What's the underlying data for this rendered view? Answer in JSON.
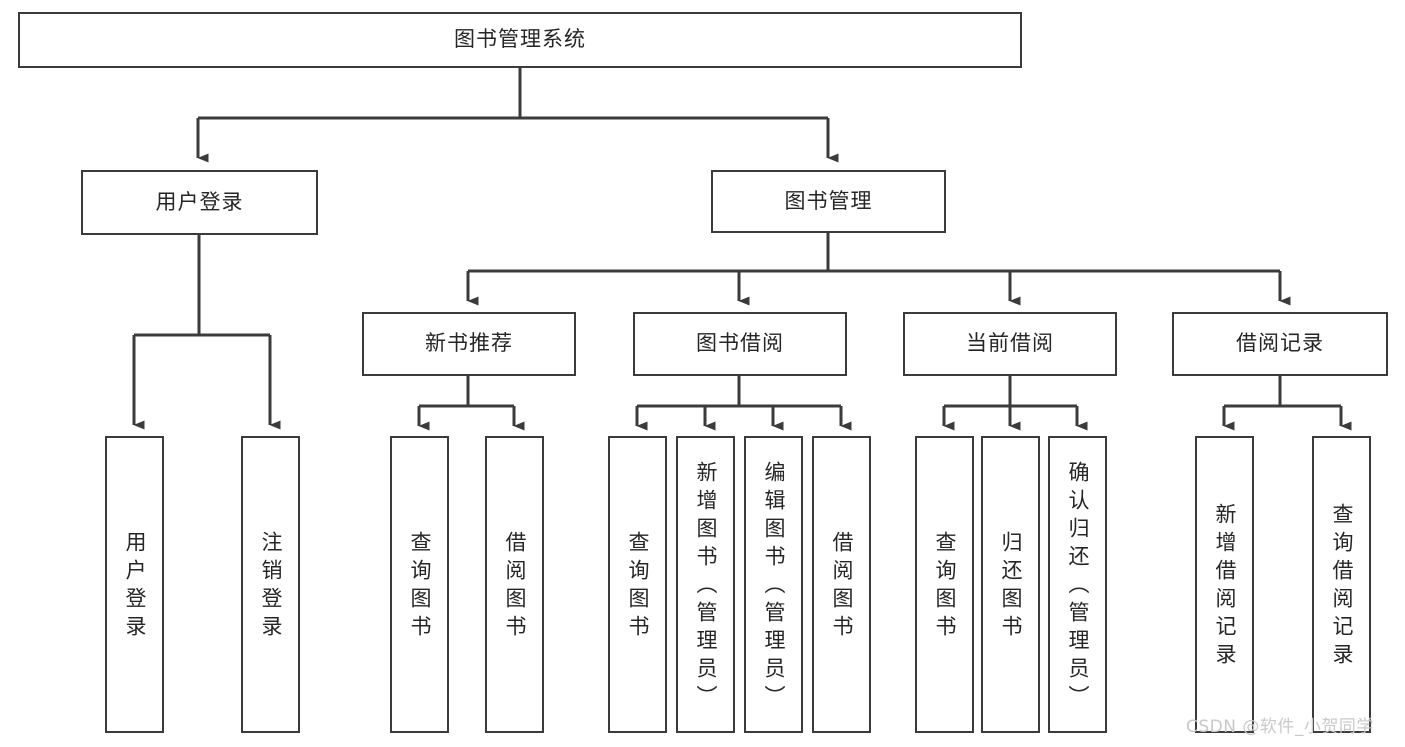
{
  "diagram": {
    "type": "tree-hierarchy",
    "title": "图书管理系统",
    "orientation": "top-down",
    "colors": {
      "box_border": "#3b3b3b",
      "box_fill": "#ffffff",
      "edge": "#3b3b3b",
      "text": "#262626",
      "watermark": "#c9c9c9",
      "background": "#ffffff"
    },
    "nodes": {
      "root": {
        "label": "图书管理系统",
        "level": 0,
        "text_direction": "horizontal"
      },
      "user_login": {
        "label": "用户登录",
        "level": 1,
        "text_direction": "horizontal"
      },
      "book_manage": {
        "label": "图书管理",
        "level": 1,
        "text_direction": "horizontal"
      },
      "new_book_rec": {
        "label": "新书推荐",
        "level": 2,
        "text_direction": "horizontal"
      },
      "book_borrow": {
        "label": "图书借阅",
        "level": 2,
        "text_direction": "horizontal"
      },
      "current_borrow": {
        "label": "当前借阅",
        "level": 2,
        "text_direction": "horizontal"
      },
      "borrow_record": {
        "label": "借阅记录",
        "level": 2,
        "text_direction": "horizontal"
      },
      "leaf_user_login": {
        "label": "用户登录",
        "level": 2,
        "text_direction": "vertical"
      },
      "leaf_logout": {
        "label": "注销登录",
        "level": 2,
        "text_direction": "vertical"
      },
      "leaf_query_book_a": {
        "label": "查询图书",
        "level": 3,
        "text_direction": "vertical"
      },
      "leaf_borrow_book_a": {
        "label": "借阅图书",
        "level": 3,
        "text_direction": "vertical"
      },
      "leaf_query_book_b": {
        "label": "查询图书",
        "level": 3,
        "text_direction": "vertical"
      },
      "leaf_add_book": {
        "label": "新增图书（管理员）",
        "level": 3,
        "text_direction": "vertical"
      },
      "leaf_edit_book": {
        "label": "编辑图书（管理员）",
        "level": 3,
        "text_direction": "vertical"
      },
      "leaf_borrow_book_b": {
        "label": "借阅图书",
        "level": 3,
        "text_direction": "vertical"
      },
      "leaf_query_book_c": {
        "label": "查询图书",
        "level": 3,
        "text_direction": "vertical"
      },
      "leaf_return_book": {
        "label": "归还图书",
        "level": 3,
        "text_direction": "vertical"
      },
      "leaf_confirm_return": {
        "label": "确认归还（管理员）",
        "level": 3,
        "text_direction": "vertical"
      },
      "leaf_add_record": {
        "label": "新增借阅记录",
        "level": 3,
        "text_direction": "vertical"
      },
      "leaf_query_record": {
        "label": "查询借阅记录",
        "level": 3,
        "text_direction": "vertical"
      }
    },
    "edges": [
      {
        "from": "root",
        "to": "user_login"
      },
      {
        "from": "root",
        "to": "book_manage"
      },
      {
        "from": "user_login",
        "to": "leaf_user_login"
      },
      {
        "from": "user_login",
        "to": "leaf_logout"
      },
      {
        "from": "book_manage",
        "to": "new_book_rec"
      },
      {
        "from": "book_manage",
        "to": "book_borrow"
      },
      {
        "from": "book_manage",
        "to": "current_borrow"
      },
      {
        "from": "book_manage",
        "to": "borrow_record"
      },
      {
        "from": "new_book_rec",
        "to": "leaf_query_book_a"
      },
      {
        "from": "new_book_rec",
        "to": "leaf_borrow_book_a"
      },
      {
        "from": "book_borrow",
        "to": "leaf_query_book_b"
      },
      {
        "from": "book_borrow",
        "to": "leaf_add_book"
      },
      {
        "from": "book_borrow",
        "to": "leaf_edit_book"
      },
      {
        "from": "book_borrow",
        "to": "leaf_borrow_book_b"
      },
      {
        "from": "current_borrow",
        "to": "leaf_query_book_c"
      },
      {
        "from": "current_borrow",
        "to": "leaf_return_book"
      },
      {
        "from": "current_borrow",
        "to": "leaf_confirm_return"
      },
      {
        "from": "borrow_record",
        "to": "leaf_add_record"
      },
      {
        "from": "borrow_record",
        "to": "leaf_query_record"
      }
    ]
  },
  "watermark": {
    "text": "CSDN @软件_小贺同学"
  }
}
